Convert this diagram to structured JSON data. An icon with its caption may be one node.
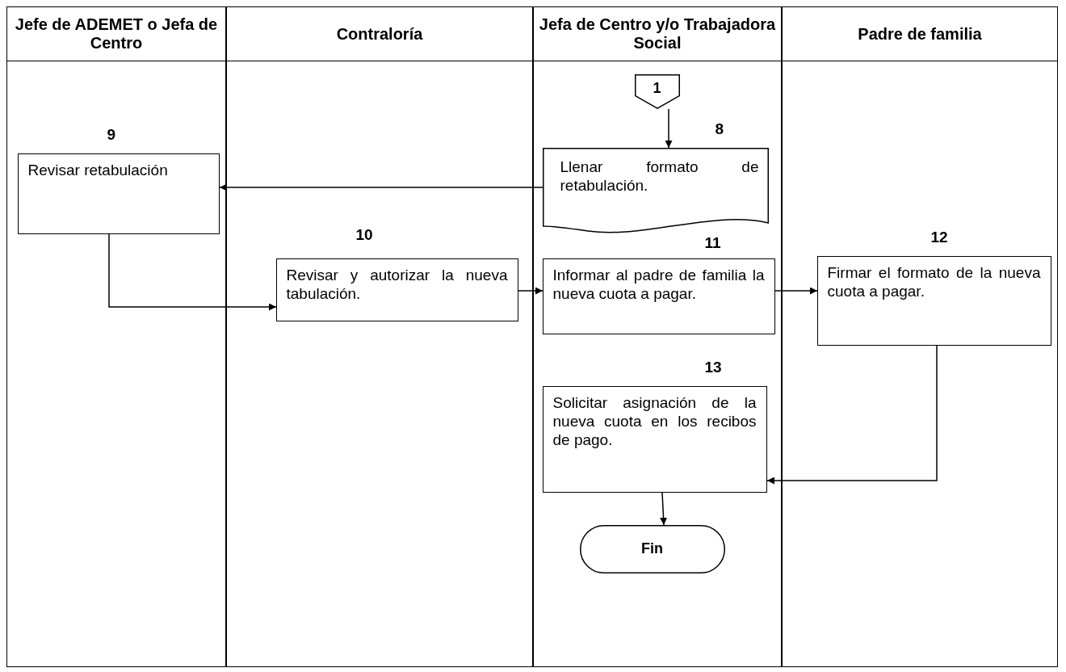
{
  "diagram": {
    "nodes": [
      {
        "text": [
          "Jefe de ADEMET o Jefa de Centro"
        ]
      },
      {
        "text": [
          "Contraloría"
        ]
      },
      {
        "text": [
          "Jefa de Centro y/o Trabajadora Social"
        ]
      },
      {
        "text": [
          "Padre de familia"
        ]
      },
      {
        "text": [
          "1"
        ],
        "in": 2
      },
      {
        "text": [
          "Llenar formato de retabulación."
        ],
        "beside": [
          "8"
        ],
        "in": 2
      },
      {
        "text": [
          "Revisar retabulación"
        ],
        "beside": [
          "9"
        ],
        "in": 0
      },
      {
        "text": [
          "Revisar y autorizar la nueva tabulación."
        ],
        "beside": [
          "10"
        ],
        "in": 1
      },
      {
        "text": [
          "Informar al padre de familia la nueva cuota a pagar."
        ],
        "beside": [
          "11"
        ],
        "in": 2
      },
      {
        "text": [
          "Firmar el formato de la nueva cuota a pagar."
        ],
        "beside": [
          "12"
        ],
        "in": 3
      },
      {
        "text": [
          "Solicitar asignación de la nueva cuota en los recibos de pago."
        ],
        "beside": [
          "13"
        ],
        "in": 2
      },
      {
        "text": [
          "Fin"
        ],
        "in": 2
      }
    ],
    "edges": [
      {
        "from": 4,
        "to": 5,
        "arrow": "to"
      },
      {
        "from": 5,
        "to": 6,
        "arrow": "to"
      },
      {
        "from": 6,
        "to": 7,
        "arrow": "to"
      },
      {
        "from": 7,
        "to": 8,
        "arrow": "to"
      },
      {
        "from": 8,
        "to": 9,
        "arrow": "to"
      },
      {
        "from": 9,
        "to": 10,
        "arrow": "to"
      },
      {
        "from": 10,
        "to": 11,
        "arrow": "to"
      }
    ]
  }
}
